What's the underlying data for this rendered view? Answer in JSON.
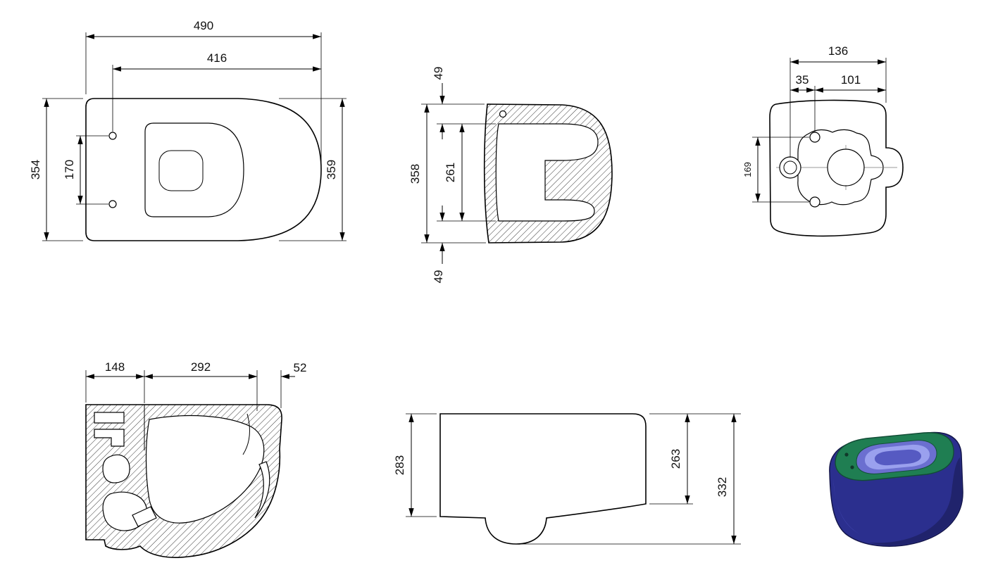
{
  "drawing": {
    "plan": {
      "total_length": "490",
      "bowl_length": "416",
      "width_back": "354",
      "hole_spacing": "170",
      "width_front": "359"
    },
    "front_section": {
      "wall_top": "49",
      "height_total": "358",
      "height_inner": "261",
      "wall_bottom": "49"
    },
    "rear": {
      "width_top": "136",
      "offset_left": "35",
      "offset_right": "101",
      "hole_spacing": "169"
    },
    "side_section": {
      "depth_back": "148",
      "depth_bowl": "292",
      "depth_front": "52"
    },
    "elevation": {
      "height_front": "283",
      "height_back": "263",
      "height_total": "332"
    },
    "render": {
      "color_top": "#1f7e52",
      "color_body": "#2b2f8e",
      "color_bowl": "#6b6fd0",
      "color_bowl_highlight": "#9aa0ee"
    }
  }
}
